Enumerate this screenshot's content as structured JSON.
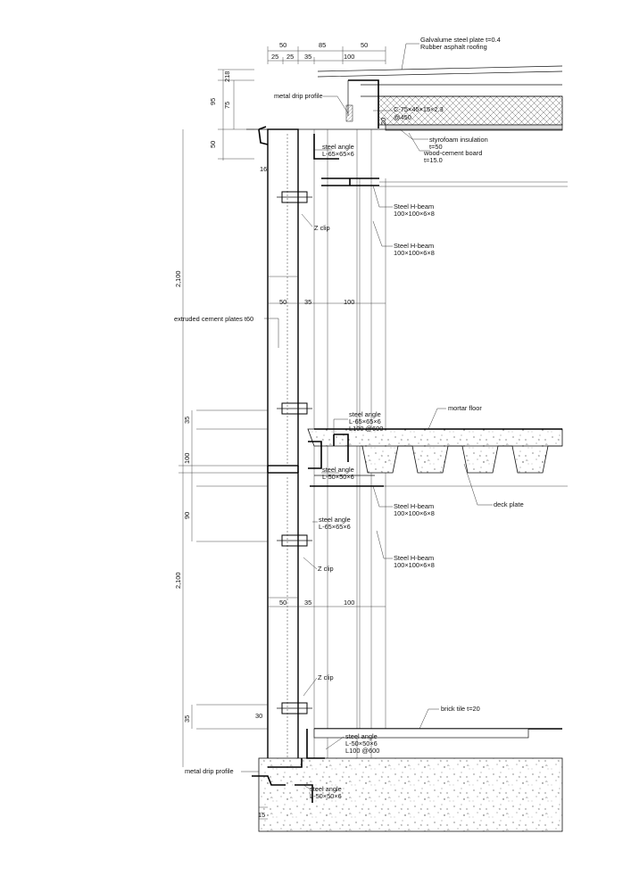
{
  "labels": {
    "galvalume": "Galvalume steel plate t=0.4",
    "rubber": "Rubber asphalt roofing",
    "drip_top": "metal drip profile",
    "cpurlin_1": "C-75×45×15×2.3",
    "cpurlin_2": "@450",
    "styro_1": "styrofoam insulation",
    "styro_2": "t=50",
    "woodcem_1": "wood-cement board",
    "woodcem_2": "t=15.0",
    "angle_top_1": "steel angle",
    "angle_top_2": "L-65×65×6",
    "hbeam_a1": "Steel H-beam",
    "hbeam_a2": "100×100×6×8",
    "hbeam_b1": "Steel H-beam",
    "hbeam_b2": "100×100×6×8",
    "zclip_1": "Z clip",
    "ecp": "extruded cement plates t60",
    "angle_mid_1": "steel angle",
    "angle_mid_2": "L-65×65×6",
    "angle_mid_3": "L100 @600",
    "angle_mid_b1": "steel angle",
    "angle_mid_b2": "L-50×50×6",
    "mortar": "mortar floor",
    "hbeam_c1": "Steel H-beam",
    "hbeam_c2": "100×100×6×8",
    "deck": "deck plate",
    "angle_low_1": "steel angle",
    "angle_low_2": "L-65×65×6",
    "hbeam_d1": "Steel H-beam",
    "hbeam_d2": "100×100×6×8",
    "zclip_2": "Z clip",
    "zclip_3": "Z clip",
    "brick": "brick tile t=20",
    "angle_bot_1": "steel angle",
    "angle_bot_2": "L-50×50×6",
    "angle_bot_3": "L100 @600",
    "drip_bot": "metal drip profile",
    "angle_base_1": "steel angle",
    "angle_base_2": "L-50×50×6"
  },
  "dims": {
    "top_50a": "50",
    "top_85": "85",
    "top_50b": "50",
    "top_25a": "25",
    "top_25b": "25",
    "top_35": "35",
    "top_100": "100",
    "v_218": "218",
    "v_95": "95",
    "v_75": "75",
    "v_50": "50",
    "v_20": "20",
    "v_16": "16",
    "v_2100a": "2,100",
    "mid_50": "50",
    "mid_35": "35",
    "mid_100": "100",
    "v_35a": "35",
    "v_100": "100",
    "v_90": "90",
    "v_2100b": "2,100",
    "low_50": "50",
    "low_35": "35",
    "low_100": "100",
    "v_35b": "35",
    "v_30": "30",
    "v_15": "15"
  }
}
